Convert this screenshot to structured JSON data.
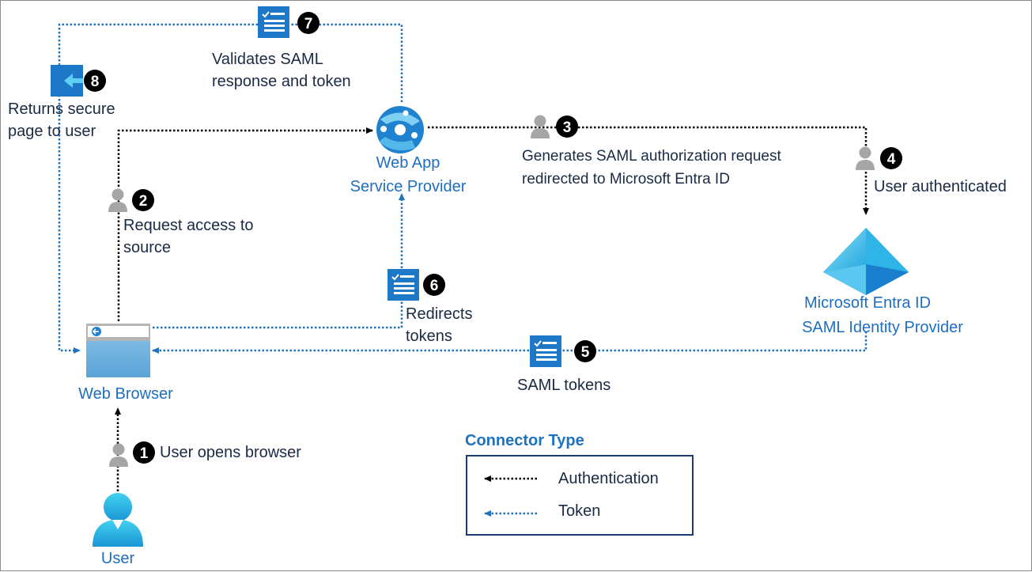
{
  "nodes": {
    "web_app": {
      "line1": "Web App",
      "line2": "Service Provider"
    },
    "entra": {
      "line1": "Microsoft Entra ID",
      "line2": "SAML Identity Provider"
    },
    "browser": {
      "label": "Web Browser"
    },
    "user": {
      "label": "User"
    }
  },
  "steps": [
    {
      "number": "1",
      "lines": [
        "User opens browser"
      ]
    },
    {
      "number": "2",
      "lines": [
        "Request access to",
        "source"
      ]
    },
    {
      "number": "3",
      "lines": [
        "Generates SAML authorization request",
        "redirected to Microsoft Entra ID"
      ]
    },
    {
      "number": "4",
      "lines": [
        "User authenticated"
      ]
    },
    {
      "number": "5",
      "lines": [
        "SAML tokens"
      ]
    },
    {
      "number": "6",
      "lines": [
        "Redirects",
        "tokens"
      ]
    },
    {
      "number": "7",
      "lines": [
        "Validates SAML",
        "response and token"
      ]
    },
    {
      "number": "8",
      "lines": [
        "Returns secure",
        "page to user"
      ]
    }
  ],
  "legend": {
    "title": "Connector Type",
    "items": [
      {
        "label": "Authentication",
        "color": "#000000"
      },
      {
        "label": "Token",
        "color": "#1e73be"
      }
    ]
  },
  "colors": {
    "token_line": "#1e73be",
    "auth_line": "#000000",
    "node_text": "#1e6fbf",
    "badge": "#000000",
    "person_icon": "#a6a6a6"
  }
}
